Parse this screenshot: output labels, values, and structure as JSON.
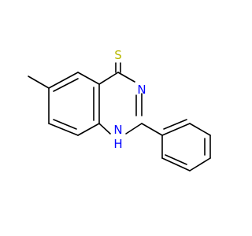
{
  "colors": {
    "background": "#ffffff",
    "bond": "#000000",
    "sulfur": "#b8b800",
    "nitrogen": "#0000ff"
  },
  "atoms": {
    "sulfur": {
      "symbol": "S"
    },
    "n3": {
      "symbol": "N"
    },
    "n1": {
      "symbol": "N",
      "hydrogen": "H"
    }
  }
}
